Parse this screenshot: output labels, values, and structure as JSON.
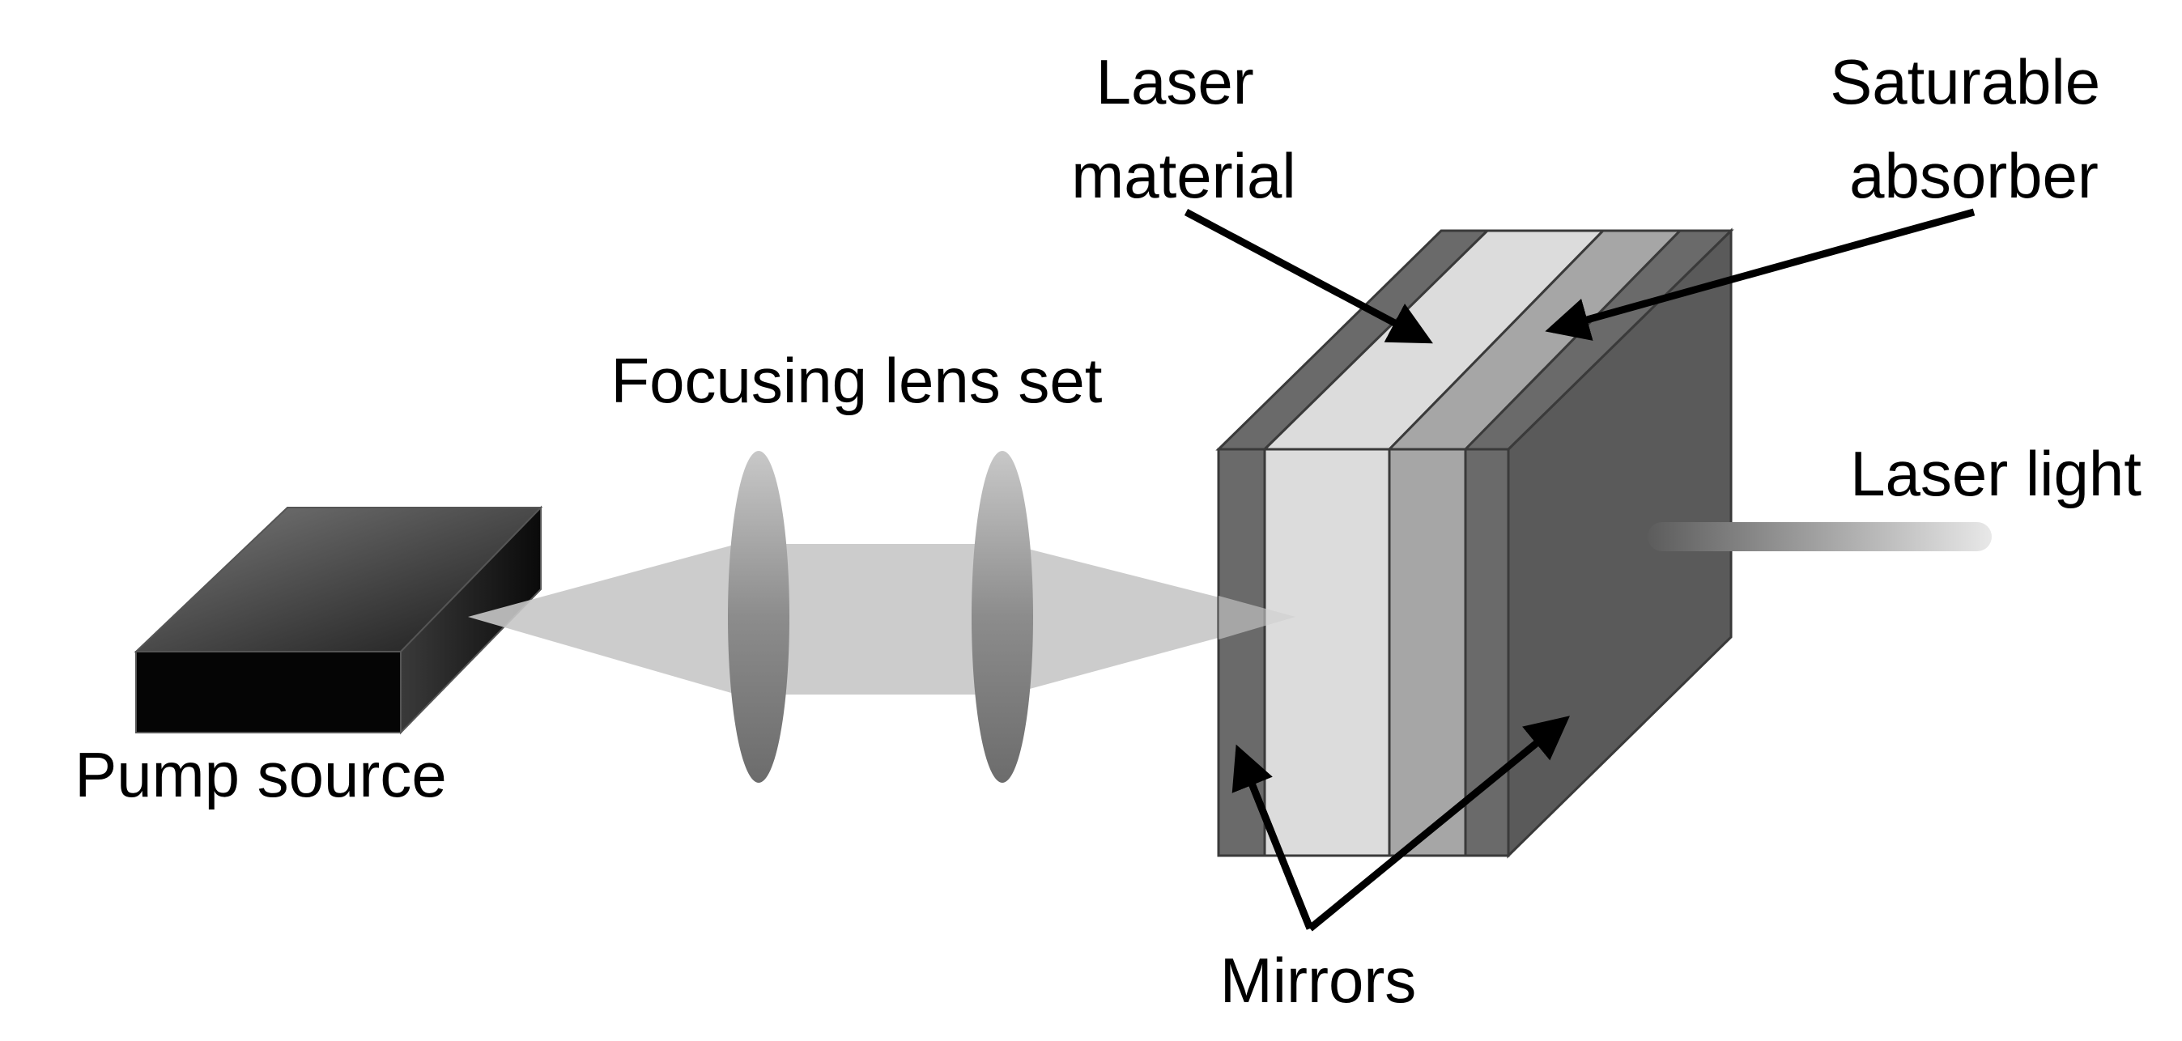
{
  "labels": {
    "laser_material": [
      "Laser",
      "material"
    ],
    "saturable_absorber": [
      "Saturable",
      "absorber"
    ],
    "focusing_lens_set": "Focusing lens set",
    "laser_light": "Laser light",
    "pump_source": "Pump source",
    "mirrors": "Mirrors"
  },
  "colors": {
    "background": "#ffffff",
    "text": "#000000",
    "arrow": "#000000",
    "pump_source": "#0c0c0c",
    "beam": "#c6c6c6",
    "lens": "#8a8a8a",
    "mirror": "#6a6a6a",
    "laser_material": "#dcdcdc",
    "saturable_absorber": "#a6a6a6",
    "back_face": "#5a5a5a"
  },
  "icons": {
    "arrow": "arrow-icon"
  }
}
